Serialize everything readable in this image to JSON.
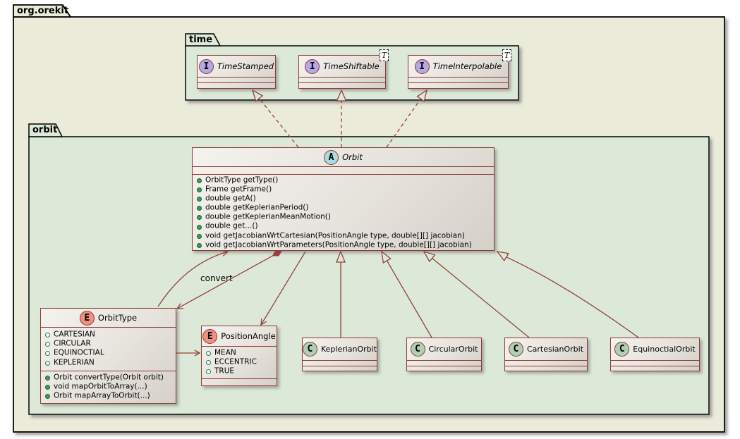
{
  "diagram": {
    "root_package_label": "org.orekit",
    "time_package": {
      "label": "time",
      "interfaces": [
        {
          "name": "TimeStamped"
        },
        {
          "name": "TimeShiftable",
          "generic": "T"
        },
        {
          "name": "TimeInterpolable",
          "generic": "T"
        }
      ]
    },
    "orbit_package": {
      "label": "orbit",
      "orbit_class": {
        "name": "Orbit",
        "methods": [
          "OrbitType getType()",
          "Frame getFrame()",
          "double getA()",
          "double getKeplerianPeriod()",
          "double getKeplerianMeanMotion()",
          "double get...()",
          "void getJacobianWrtCartesian(PositionAngle type, double[][] jacobian)",
          "void getJacobianWrtParameters(PositionAngle type, double[][] jacobian)"
        ]
      },
      "orbit_type_enum": {
        "name": "OrbitType",
        "constants": [
          "CARTESIAN",
          "CIRCULAR",
          "EQUINOCTIAL",
          "KEPLERIAN"
        ],
        "methods": [
          "Orbit convertType(Orbit orbit)",
          "void mapOrbitToArray(...)",
          "Orbit mapArrayToOrbit(...)"
        ]
      },
      "position_angle_enum": {
        "name": "PositionAngle",
        "constants": [
          "MEAN",
          "ECCENTRIC",
          "TRUE"
        ]
      },
      "subclasses": [
        {
          "name": "KeplerianOrbit"
        },
        {
          "name": "CircularOrbit"
        },
        {
          "name": "CartesianOrbit"
        },
        {
          "name": "EquinoctialOrbit"
        }
      ],
      "edge_label_convert": "convert"
    },
    "stereotypes": {
      "interface": "I",
      "abstract": "A",
      "class": "C",
      "enum": "E"
    },
    "colors": {
      "interface_icon": "#B6A8E3",
      "abstract_icon": "#A9DCDF",
      "class_icon": "#ADD1B2",
      "enum_icon": "#EB937F",
      "box_border": "#8E3B34",
      "arrow": "#93413A",
      "outer_package_fill": "#EBEBDA",
      "inner_package_fill": "#DDE9D8"
    }
  }
}
